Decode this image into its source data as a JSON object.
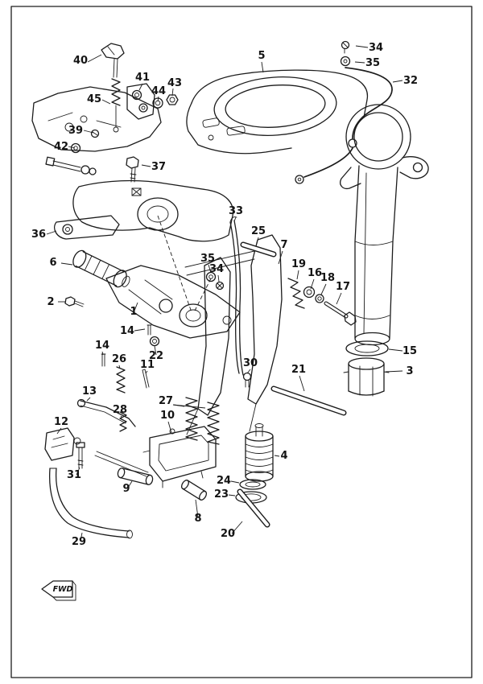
{
  "figure": {
    "kind": "exploded-parts-line-diagram",
    "colors": {
      "line": "#1c1c1c",
      "background": "#ffffff"
    }
  },
  "fwd_flag": {
    "label": "FWD"
  },
  "callouts": [
    {
      "text": "40"
    },
    {
      "text": "41"
    },
    {
      "text": "44"
    },
    {
      "text": "43"
    },
    {
      "text": "5"
    },
    {
      "text": "34"
    },
    {
      "text": "35"
    },
    {
      "text": "32"
    },
    {
      "text": "45"
    },
    {
      "text": "39"
    },
    {
      "text": "42"
    },
    {
      "text": "37"
    },
    {
      "text": "36"
    },
    {
      "text": "33"
    },
    {
      "text": "25"
    },
    {
      "text": "7"
    },
    {
      "text": "6"
    },
    {
      "text": "35"
    },
    {
      "text": "34"
    },
    {
      "text": "19"
    },
    {
      "text": "16"
    },
    {
      "text": "18"
    },
    {
      "text": "17"
    },
    {
      "text": "2"
    },
    {
      "text": "1"
    },
    {
      "text": "14"
    },
    {
      "text": "15"
    },
    {
      "text": "3"
    },
    {
      "text": "22"
    },
    {
      "text": "14"
    },
    {
      "text": "26"
    },
    {
      "text": "11"
    },
    {
      "text": "13"
    },
    {
      "text": "28"
    },
    {
      "text": "27"
    },
    {
      "text": "30"
    },
    {
      "text": "21"
    },
    {
      "text": "12"
    },
    {
      "text": "10"
    },
    {
      "text": "4"
    },
    {
      "text": "31"
    },
    {
      "text": "9"
    },
    {
      "text": "24"
    },
    {
      "text": "23"
    },
    {
      "text": "8"
    },
    {
      "text": "20"
    },
    {
      "text": "29"
    }
  ]
}
